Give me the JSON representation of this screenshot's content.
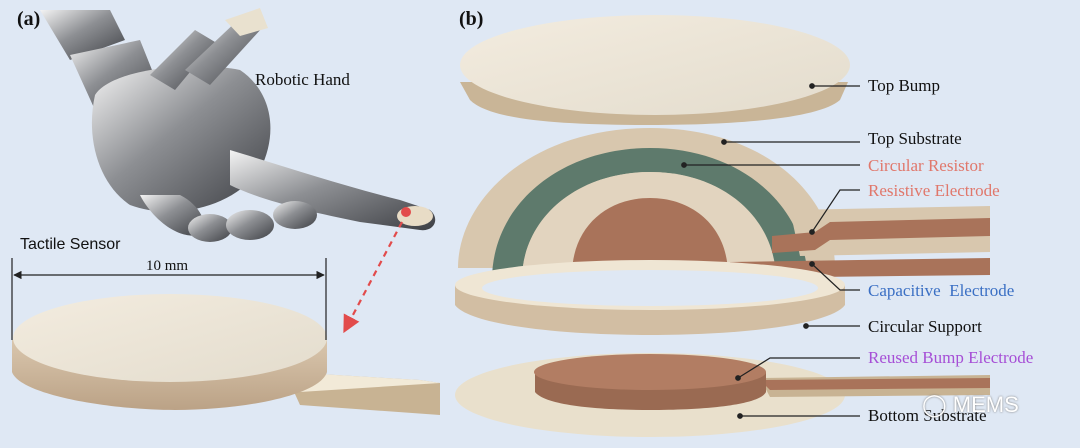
{
  "panel_a": {
    "tag": "(a)",
    "robotic_hand_label": "Robotic Hand",
    "tactile_sensor_label": "Tactile Sensor",
    "dimension_label": "10 mm"
  },
  "panel_b": {
    "tag": "(b)",
    "layers": [
      {
        "label": "Top Bump",
        "color": "#111111"
      },
      {
        "label": "Top Substrate",
        "color": "#111111"
      },
      {
        "label": "Circular Resistor",
        "color": "#e0776b"
      },
      {
        "label": "Resistive Electrode",
        "color": "#e0776b"
      },
      {
        "label": "Capacitive  Electrode",
        "color": "#3a6fc4"
      },
      {
        "label": "Circular Support",
        "color": "#111111"
      },
      {
        "label": "Reused Bump Electrode",
        "color": "#a64fd6"
      },
      {
        "label": "Bottom Substrate",
        "color": "#111111"
      }
    ]
  },
  "watermark": {
    "text": "MEMS",
    "icon": "wechat-icon"
  },
  "colors": {
    "background": "#dfe8f4",
    "substrate": "#d6c3aa",
    "electrode": "#a9735a",
    "resistor": "#5e7a6c",
    "arrow": "#e24b4b"
  }
}
